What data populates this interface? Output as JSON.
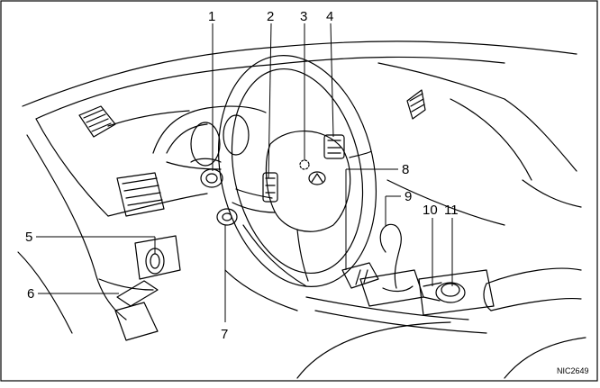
{
  "figure": {
    "callouts": [
      "1",
      "2",
      "3",
      "4",
      "5",
      "6",
      "7",
      "8",
      "9",
      "10",
      "11"
    ],
    "figure_code": "NIC2649"
  }
}
